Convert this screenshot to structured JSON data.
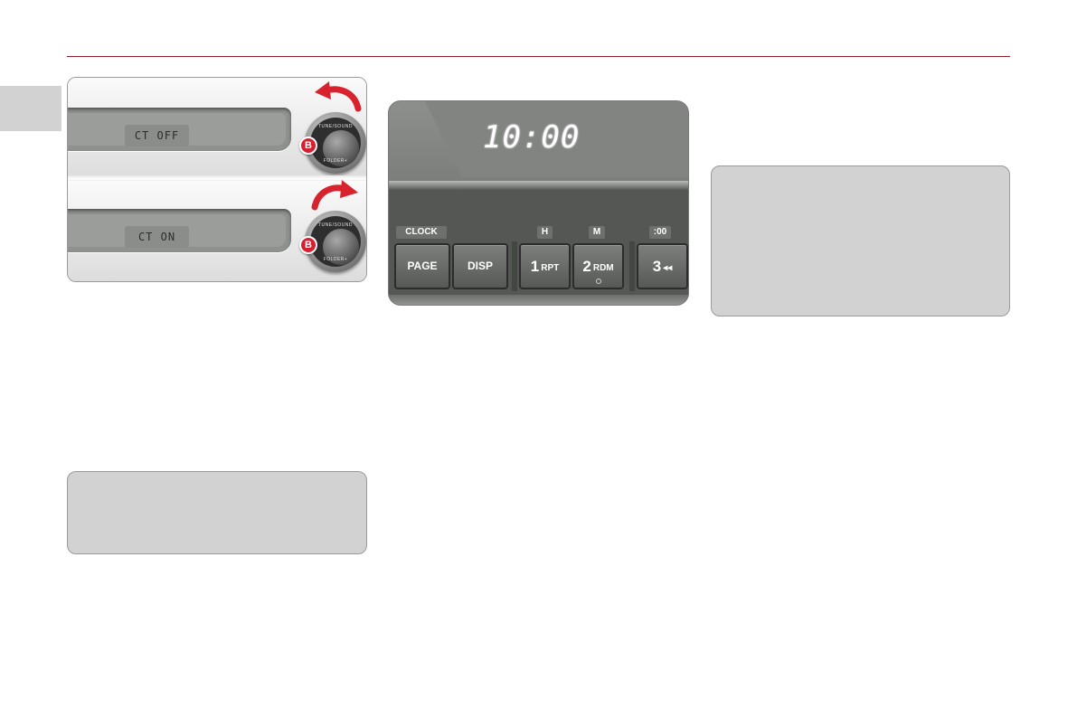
{
  "colors": {
    "accent": "#8a1c2c",
    "badge": "#d42030",
    "arrow": "#d8232f",
    "note_fill": "#d2d2d2"
  },
  "figure_1": {
    "panels": [
      {
        "display_text": "CT OFF",
        "knob_label_top": "TUNE/SOUND",
        "knob_label_bottom": "FOLDER+",
        "callout": "B",
        "rotation": "counter-clockwise"
      },
      {
        "display_text": "CT ON",
        "knob_label_top": "TUNE/SOUND",
        "knob_label_bottom": "FOLDER+",
        "callout": "B",
        "rotation": "clockwise"
      }
    ]
  },
  "figure_2": {
    "clock_display": "10:00",
    "labels": {
      "clock": "CLOCK",
      "hour": "H",
      "minute": "M",
      "reset": ":00"
    },
    "buttons": {
      "page": "PAGE",
      "disp": "DISP",
      "preset_1": {
        "number": "1",
        "label": "RPT"
      },
      "preset_2": {
        "number": "2",
        "label": "RDM"
      },
      "preset_3": {
        "number": "3",
        "label": "◂◂"
      }
    }
  },
  "note_boxes": [
    "",
    ""
  ]
}
